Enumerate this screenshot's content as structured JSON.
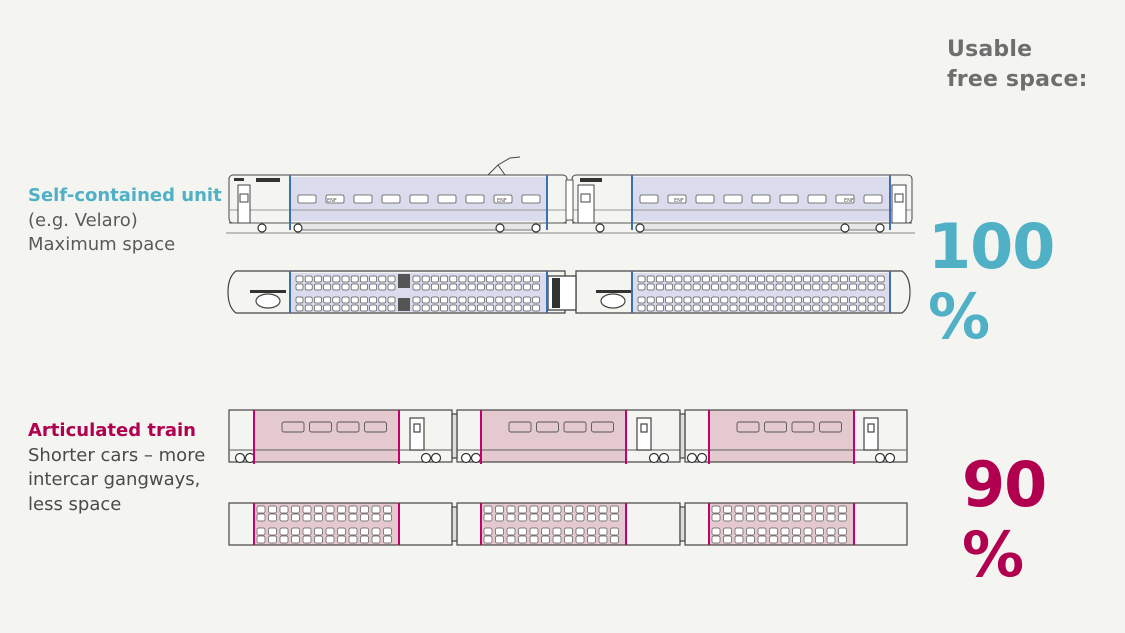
{
  "header": {
    "line1": "Usable",
    "line2": "free space:"
  },
  "self_contained": {
    "title": "Self-contained unit",
    "line2": "(e.g. Velaro)",
    "line3": "Maximum space",
    "percent": "100 %",
    "color": "#4fb0c6",
    "car_marking": "ENF"
  },
  "articulated": {
    "title": "Articulated train",
    "line2": "Shorter cars – more",
    "line3": "intercar gangways,",
    "line4": "less space",
    "percent": "90 %",
    "color": "#b1004f"
  }
}
